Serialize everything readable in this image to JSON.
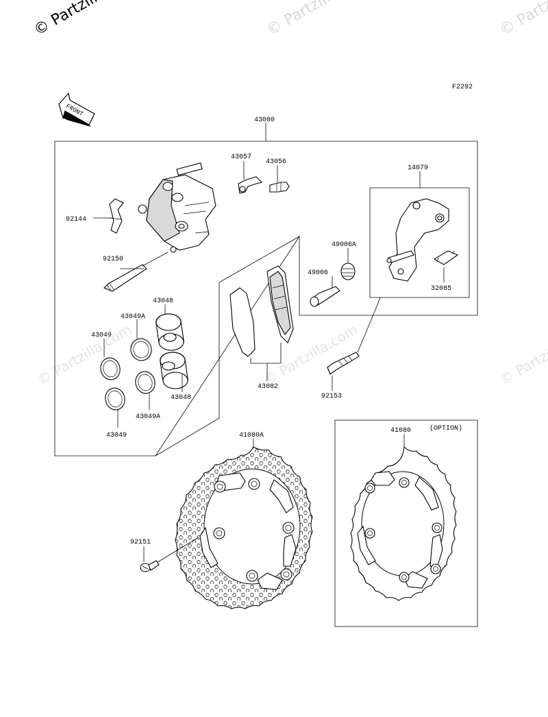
{
  "watermark": {
    "main": "© Partzilla.com",
    "faint": "© Partzilla.com"
  },
  "figure_code": "F2292",
  "front_arrow_label": "FRONT",
  "option_label": "(OPTION)",
  "parts": {
    "p43080": "43080",
    "p43057": "43057",
    "p43056": "43056",
    "p14079": "14079",
    "p92144": "92144",
    "p49006a": "49006A",
    "p49006": "49006",
    "p32085": "32085",
    "p92150": "92150",
    "p43048a": "43048",
    "p43049a_1": "43049A",
    "p43049_1": "43049",
    "p43048b": "43048",
    "p43049a_2": "43049A",
    "p43049_2": "43049",
    "p43082": "43082",
    "p92153": "92153",
    "p41080a": "41080A",
    "p41080": "41080",
    "p92151": "92151"
  }
}
